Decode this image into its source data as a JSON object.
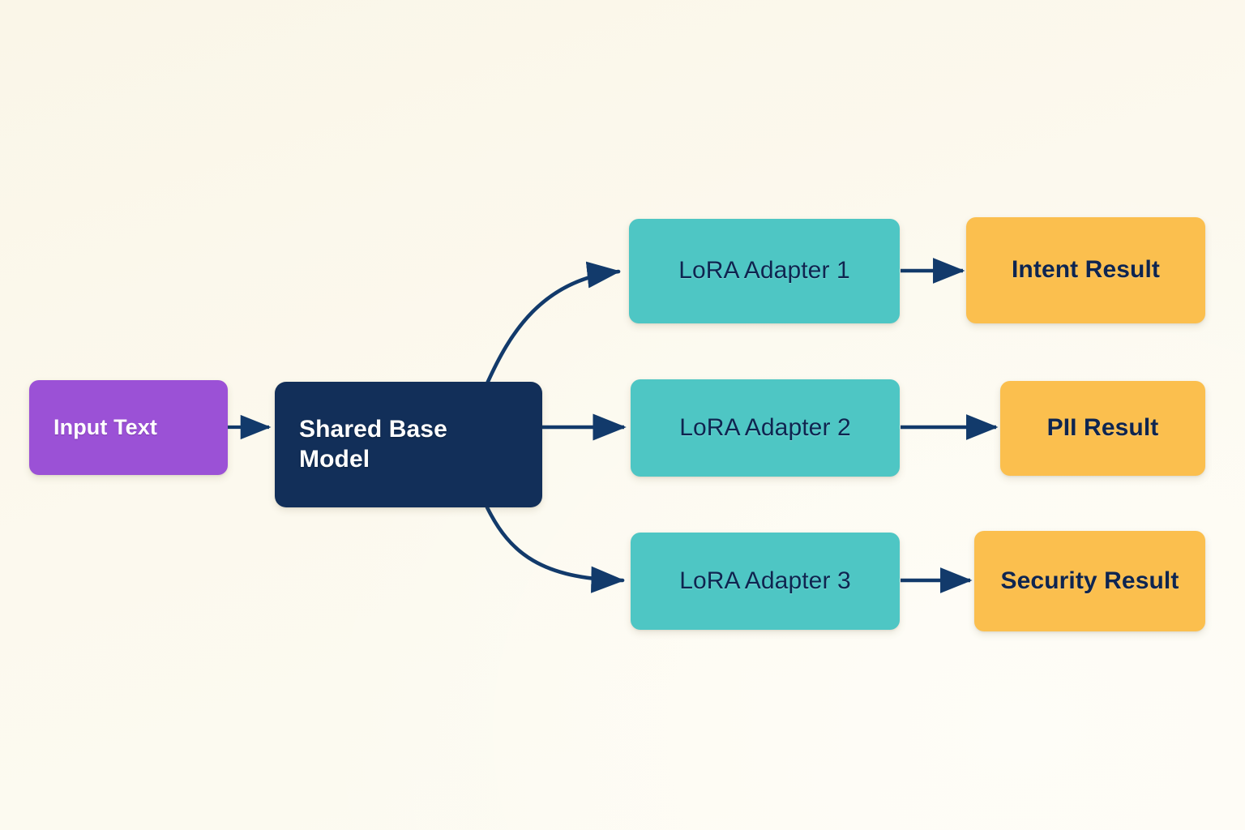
{
  "diagram": {
    "type": "flowchart",
    "direction": "left-to-right",
    "background_color": "#FBF8EC",
    "edge_color": "#123A6B",
    "nodes": {
      "input": {
        "label": "Input Text",
        "color": "#9B51D6",
        "text_color": "#FFFFFF"
      },
      "base_model": {
        "label": "Shared Base\nModel",
        "color": "#122F59",
        "text_color": "#FFFFFF"
      },
      "adapter1": {
        "label": "LoRA Adapter 1",
        "color": "#4EC6C4",
        "text_color": "#0E2550"
      },
      "adapter2": {
        "label": "LoRA Adapter 2",
        "color": "#4EC6C4",
        "text_color": "#0E2550"
      },
      "adapter3": {
        "label": "LoRA Adapter 3",
        "color": "#4EC6C4",
        "text_color": "#0E2550"
      },
      "result1": {
        "label": "Intent Result",
        "color": "#FBBF4E",
        "text_color": "#0E2550"
      },
      "result2": {
        "label": "PII Result",
        "color": "#FBBF4E",
        "text_color": "#0E2550"
      },
      "result3": {
        "label": "Security Result",
        "color": "#FBBF4E",
        "text_color": "#0E2550"
      }
    },
    "edges": [
      {
        "name": "input-to-base",
        "from": "input",
        "to": "base_model",
        "style": "straight"
      },
      {
        "name": "base-to-adapter1",
        "from": "base_model",
        "to": "adapter1",
        "style": "curved"
      },
      {
        "name": "base-to-adapter2",
        "from": "base_model",
        "to": "adapter2",
        "style": "straight"
      },
      {
        "name": "base-to-adapter3",
        "from": "base_model",
        "to": "adapter3",
        "style": "curved"
      },
      {
        "name": "adapter1-to-result1",
        "from": "adapter1",
        "to": "result1",
        "style": "straight"
      },
      {
        "name": "adapter2-to-result2",
        "from": "adapter2",
        "to": "result2",
        "style": "straight"
      },
      {
        "name": "adapter3-to-result3",
        "from": "adapter3",
        "to": "result3",
        "style": "straight"
      }
    ]
  }
}
